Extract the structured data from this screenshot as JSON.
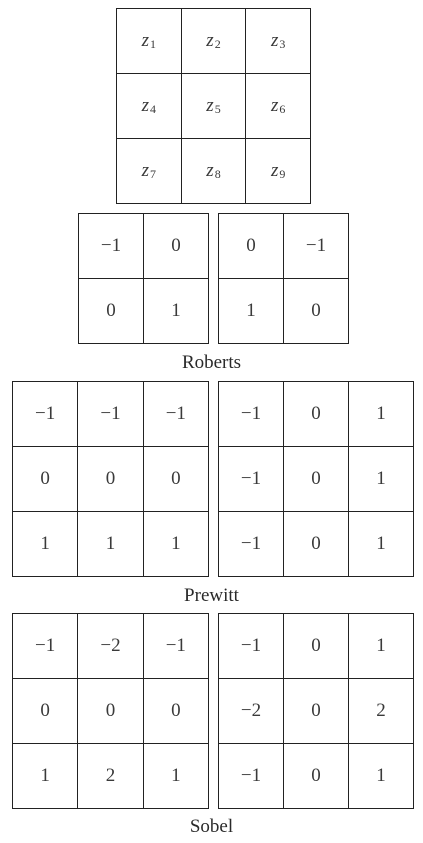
{
  "neighborhood": [
    {
      "var": "z",
      "sub": "1"
    },
    {
      "var": "z",
      "sub": "2"
    },
    {
      "var": "z",
      "sub": "3"
    },
    {
      "var": "z",
      "sub": "4"
    },
    {
      "var": "z",
      "sub": "5"
    },
    {
      "var": "z",
      "sub": "6"
    },
    {
      "var": "z",
      "sub": "7"
    },
    {
      "var": "z",
      "sub": "8"
    },
    {
      "var": "z",
      "sub": "9"
    }
  ],
  "roberts": {
    "label": "Roberts",
    "left": [
      "−1",
      "0",
      "0",
      "1"
    ],
    "right": [
      "0",
      "−1",
      "1",
      "0"
    ]
  },
  "prewitt": {
    "label": "Prewitt",
    "left": [
      "−1",
      "−1",
      "−1",
      "0",
      "0",
      "0",
      "1",
      "1",
      "1"
    ],
    "right": [
      "−1",
      "0",
      "1",
      "−1",
      "0",
      "1",
      "−1",
      "0",
      "1"
    ]
  },
  "sobel": {
    "label": "Sobel",
    "left": [
      "−1",
      "−2",
      "−1",
      "0",
      "0",
      "0",
      "1",
      "2",
      "1"
    ],
    "right": [
      "−1",
      "0",
      "1",
      "−2",
      "0",
      "2",
      "−1",
      "0",
      "1"
    ]
  }
}
